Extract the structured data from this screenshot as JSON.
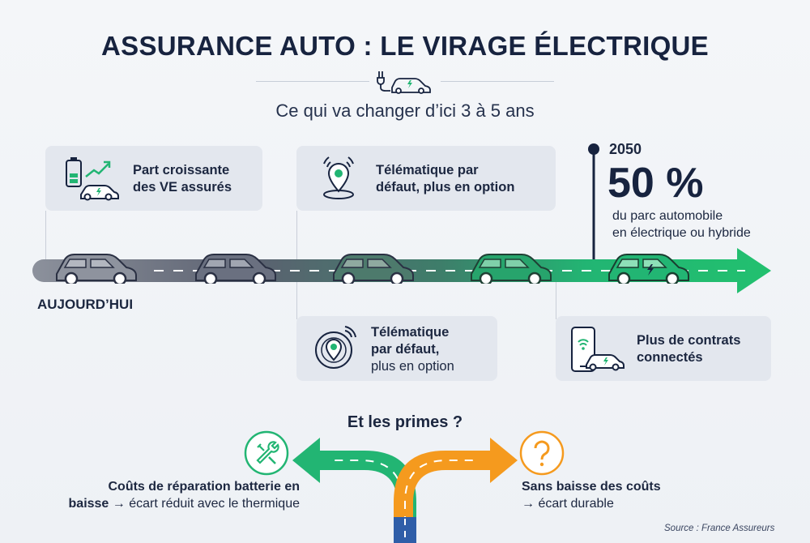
{
  "title": "ASSURANCE AUTO : LE VIRAGE ÉLECTRIQUE",
  "subtitle": "Ce qui va changer d’ici 3 à 5 ans",
  "timeline": {
    "start_label": "AUJOURD’HUI",
    "milestone": {
      "year": "2050",
      "value": "50 %",
      "desc_line1": "du parc automobile",
      "desc_line2": "en électrique ou hybride"
    },
    "cards_top": [
      {
        "line1": "Part croissante",
        "line2": "des VE assurés",
        "icon": "battery-growth-car-icon"
      },
      {
        "line1": "Télématique par",
        "line2": "défaut, plus en option",
        "icon": "location-pin-icon"
      }
    ],
    "cards_bottom": [
      {
        "line1": "Télématique",
        "line2": "par défaut,",
        "line3": "plus en option",
        "icon": "connected-pin-icon"
      },
      {
        "line1": "Plus de contrats",
        "line2": "connectés",
        "icon": "phone-car-icon"
      }
    ]
  },
  "primes": {
    "title": "Et les primes ?",
    "left": {
      "bold1": "Coûts de réparation batterie en",
      "bold2": "baisse",
      "rest": "→ écart réduit avec le thermique",
      "icon": "wrench-screwdriver-icon"
    },
    "right": {
      "bold": "Sans baisse des coûts",
      "rest": "→ écart durable",
      "icon": "question-icon"
    }
  },
  "source": "Source : France Assureurs",
  "colors": {
    "navy": "#17233f",
    "green": "#22b573",
    "orange": "#f59a1e",
    "grey_road": "#7b8190"
  }
}
